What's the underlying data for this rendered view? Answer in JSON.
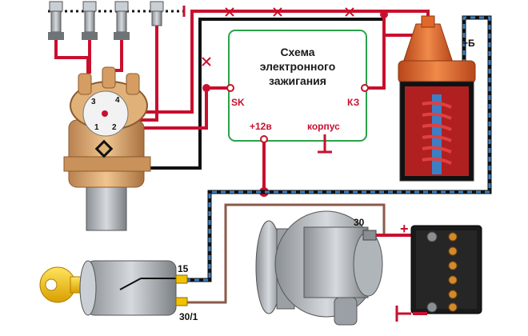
{
  "module": {
    "title_lines": [
      "Схема",
      "электронного",
      "зажигания"
    ],
    "terminal_sk": "SK",
    "terminal_k3": "КЗ",
    "terminal_12v": "+12в",
    "terminal_ground": "корпус"
  },
  "coil": {
    "plus_label": "+Б"
  },
  "distributor": {
    "pin_1": "1",
    "pin_2": "2",
    "pin_3": "3",
    "pin_4": "4"
  },
  "alternator": {
    "terminal_label": "30"
  },
  "battery": {
    "plus_sign": "+"
  },
  "ignition_switch": {
    "terminal_15": "15",
    "terminal_30_1": "30/1"
  },
  "colors": {
    "wire_red": "#c8102e",
    "wire_black": "#111111",
    "wire_blue_dash": "#3a7fc4",
    "module_border": "#2ba24c",
    "distributor_body": "#d9a36b",
    "coil_orange": "#e0682a",
    "key_yellow": "#f2c200"
  }
}
